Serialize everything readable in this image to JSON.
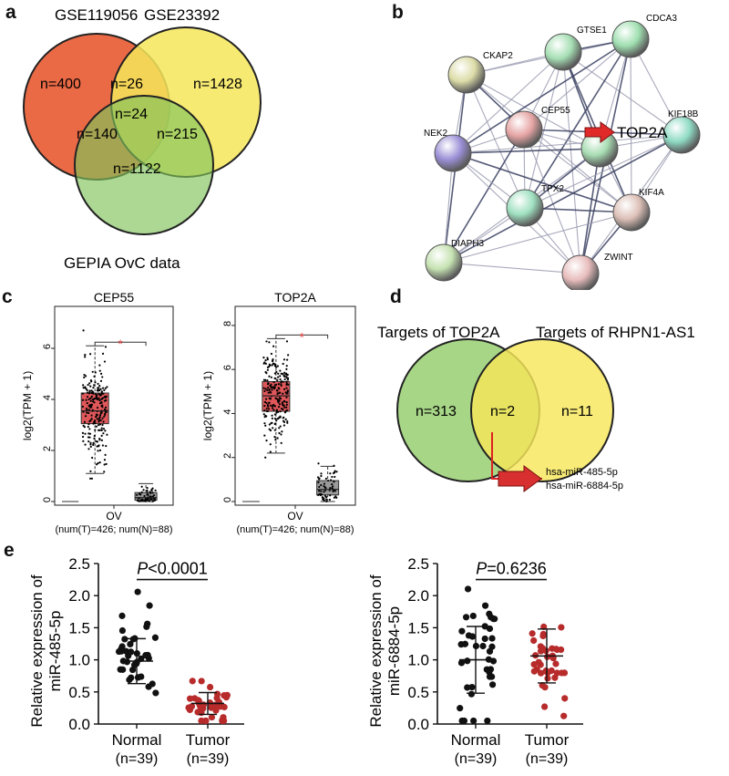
{
  "panels": {
    "a": {
      "label": "a",
      "set1": "GSE119056",
      "set2": "GSE23392",
      "set3": "GEPIA OvC data",
      "only1": "n=400",
      "only2": "n=1428",
      "only3": "n=1122",
      "i12": "n=26",
      "i13": "n=140",
      "i23": "n=215",
      "i123": "n=24",
      "colors": {
        "set1": "#ea6a45",
        "set2": "#f6e65a",
        "set3": "#9dd17a"
      }
    },
    "b": {
      "label": "b",
      "highlight": "TOP2A",
      "nodes": [
        {
          "id": "CKAP2",
          "color": "#dcdca8"
        },
        {
          "id": "GTSE1",
          "color": "#a6dfb4"
        },
        {
          "id": "CDCA3",
          "color": "#9fdfb0"
        },
        {
          "id": "CEP55",
          "color": "#e6a4a4"
        },
        {
          "id": "NEK2",
          "color": "#9b8fd6"
        },
        {
          "id": "TOP2A",
          "color": "#a7dcb2"
        },
        {
          "id": "KIF18B",
          "color": "#8fdbc4"
        },
        {
          "id": "TPX2",
          "color": "#9fe0c0"
        },
        {
          "id": "KIF4A",
          "color": "#dcbfb6"
        },
        {
          "id": "DIAPH3",
          "color": "#c6e2b2"
        },
        {
          "id": "ZWINT",
          "color": "#e8bcbc"
        }
      ]
    },
    "c": {
      "label": "c",
      "ylabel": "log2(TPM + 1)",
      "plots": [
        {
          "title": "CEP55",
          "xcat": "OV",
          "counts": "(num(T)=426; num(N)=88)",
          "star": "*",
          "yticks": [
            "0",
            "2",
            "4",
            "6"
          ],
          "tumor": {
            "q1": 3.05,
            "median": 3.55,
            "q3": 4.25,
            "wlo": 1.1,
            "whi": 6.1
          },
          "normal": {
            "q1": 0.05,
            "median": 0.15,
            "q3": 0.35,
            "wlo": 0.0,
            "whi": 0.7
          }
        },
        {
          "title": "TOP2A",
          "xcat": "OV",
          "counts": "(num(T)=426; num(N)=88)",
          "star": "*",
          "yticks": [
            "0",
            "2",
            "4",
            "6",
            "8"
          ],
          "tumor": {
            "q1": 4.1,
            "median": 4.8,
            "q3": 5.45,
            "wlo": 2.2,
            "whi": 7.4
          },
          "normal": {
            "q1": 0.3,
            "median": 0.55,
            "q3": 0.95,
            "wlo": 0.0,
            "whi": 1.6
          }
        }
      ]
    },
    "d": {
      "label": "d",
      "left_title": "Targets of TOP2A",
      "right_title": "Targets of RHPN1-AS1",
      "left_only": "n=313",
      "intersect": "n=2",
      "right_only": "n=11",
      "targets": [
        "hsa-miR-485-5p",
        "hsa-miR-6884-5p"
      ]
    },
    "e": {
      "label": "e",
      "plots": [
        {
          "ylabel1": "Relative expression of",
          "ylabel2": "miR-485-5p",
          "p_prefix": "P",
          "p_value": "<0.0001",
          "yticks": [
            "0.0",
            "0.5",
            "1.0",
            "1.5",
            "2.0",
            "2.5"
          ],
          "groups": [
            {
              "name": "Normal",
              "n": "(n=39)",
              "mean": 0.98,
              "sd": 0.35,
              "color": "#111111"
            },
            {
              "name": "Tumor",
              "n": "(n=39)",
              "mean": 0.32,
              "sd": 0.17,
              "color": "#b72b2b"
            }
          ]
        },
        {
          "ylabel1": "Relative expression of",
          "ylabel2": "miR-6884-5p",
          "p_prefix": "P",
          "p_value": "=0.6236",
          "yticks": [
            "0.0",
            "0.5",
            "1.0",
            "1.5",
            "2.0",
            "2.5"
          ],
          "groups": [
            {
              "name": "Normal",
              "n": "(n=39)",
              "mean": 1.0,
              "sd": 0.52,
              "color": "#111111"
            },
            {
              "name": "Tumor",
              "n": "(n=39)",
              "mean": 1.06,
              "sd": 0.42,
              "color": "#b72b2b"
            }
          ]
        }
      ]
    }
  }
}
